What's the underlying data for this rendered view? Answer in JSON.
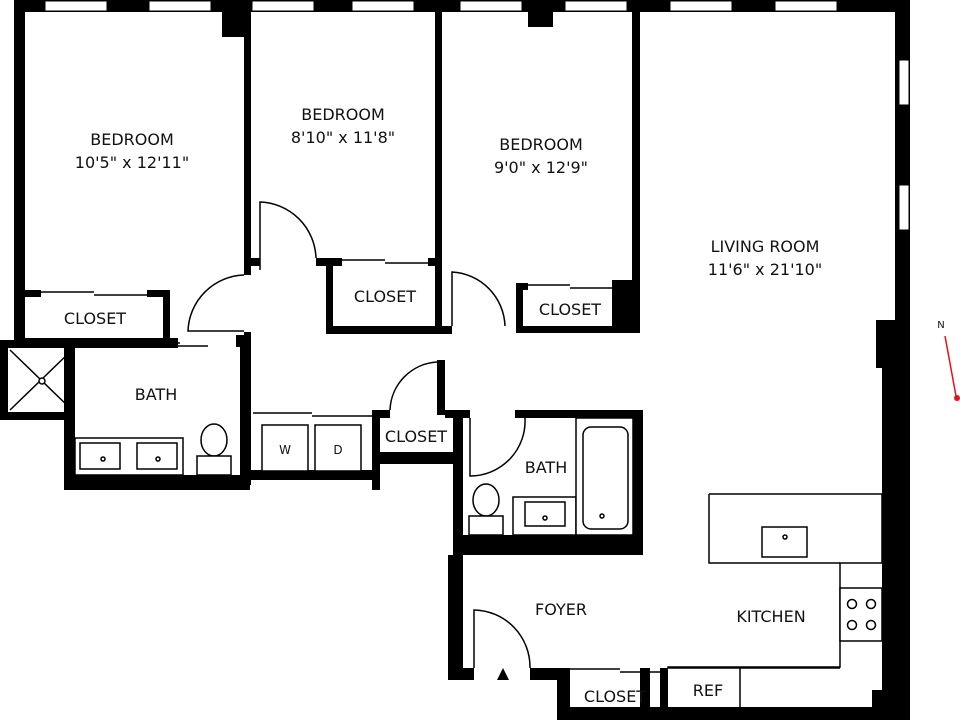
{
  "plan": {
    "rooms": [
      {
        "name": "BEDROOM",
        "size": "10'5\" x 12'11\""
      },
      {
        "name": "BEDROOM",
        "size": "8'10\" x 11'8\""
      },
      {
        "name": "BEDROOM",
        "size": "9'0\" x 12'9\""
      },
      {
        "name": "LIVING ROOM",
        "size": "11'6\" x 21'10\""
      }
    ],
    "labels": {
      "closet": "CLOSET",
      "bath": "BATH",
      "washer": "W",
      "dryer": "D",
      "foyer": "FOYER",
      "kitchen": "KITCHEN",
      "ref": "REF"
    },
    "compass": {
      "label": "N",
      "color": "#e0141e"
    }
  }
}
